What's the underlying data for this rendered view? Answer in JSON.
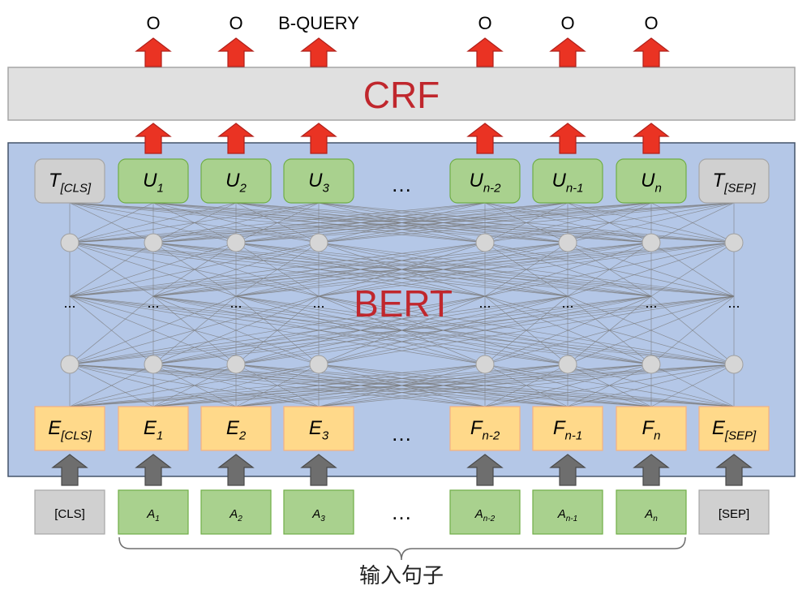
{
  "outputs": [
    "O",
    "O",
    "B-QUERY",
    "O",
    "O",
    "O"
  ],
  "crf_label": "CRF",
  "bert_label": "BERT",
  "ellipsis": "…",
  "tiny_ellipsis": "...",
  "top_tokens": [
    {
      "base": "T",
      "sub": "[CLS]",
      "kind": "gray"
    },
    {
      "base": "U",
      "sub": "1",
      "kind": "green"
    },
    {
      "base": "U",
      "sub": "2",
      "kind": "green"
    },
    {
      "base": "U",
      "sub": "3",
      "kind": "green"
    },
    {
      "base": "U",
      "sub": "n-2",
      "kind": "green"
    },
    {
      "base": "U",
      "sub": "n-1",
      "kind": "green"
    },
    {
      "base": "U",
      "sub": "n",
      "kind": "green"
    },
    {
      "base": "T",
      "sub": "[SEP]",
      "kind": "gray"
    }
  ],
  "embeddings": [
    {
      "base": "E",
      "sub": "[CLS]"
    },
    {
      "base": "E",
      "sub": "1"
    },
    {
      "base": "E",
      "sub": "2"
    },
    {
      "base": "E",
      "sub": "3"
    },
    {
      "base": "F",
      "sub": "n-2"
    },
    {
      "base": "F",
      "sub": "n-1"
    },
    {
      "base": "F",
      "sub": "n"
    },
    {
      "base": "E",
      "sub": "[SEP]"
    }
  ],
  "inputs": [
    {
      "base": "[CLS]",
      "sub": "",
      "kind": "gray"
    },
    {
      "base": "A",
      "sub": "1",
      "kind": "green"
    },
    {
      "base": "A",
      "sub": "2",
      "kind": "green"
    },
    {
      "base": "A",
      "sub": "3",
      "kind": "green"
    },
    {
      "base": "A",
      "sub": "n-2",
      "kind": "green"
    },
    {
      "base": "A",
      "sub": "n-1",
      "kind": "green"
    },
    {
      "base": "A",
      "sub": "n",
      "kind": "green"
    },
    {
      "base": "[SEP]",
      "sub": "",
      "kind": "gray"
    }
  ],
  "input_caption": "输入句子",
  "colors": {
    "arrow_red": "#ea3323",
    "arrow_gray": "#6e6e6e",
    "crf_fill": "#e0e0e0",
    "bert_fill": "#b4c7e7",
    "green_fill": "#a9d18e",
    "gray_fill": "#d0d0d0",
    "orange_fill": "#ffd98a",
    "title_red": "#c0272d"
  }
}
